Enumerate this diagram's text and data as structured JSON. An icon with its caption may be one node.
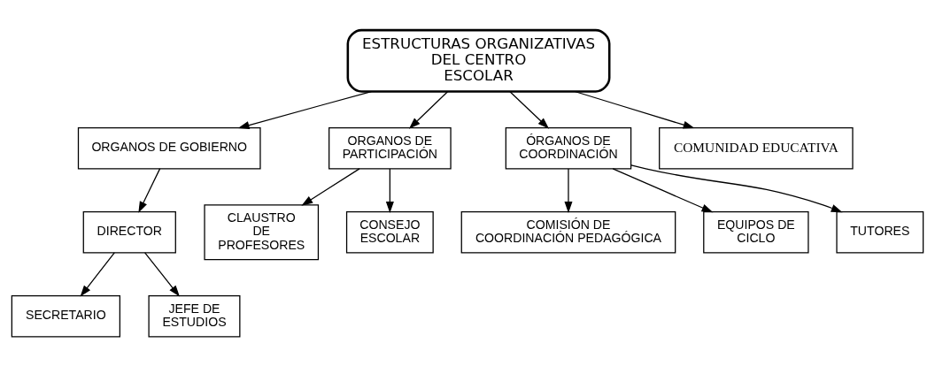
{
  "diagram": {
    "nodes": [
      {
        "text": [
          "ESTRUCTURAS ORGANIZATIVAS DEL CENTRO ESCOLAR"
        ]
      },
      {
        "text": [
          "ORGANOS DE GOBIERNO"
        ]
      },
      {
        "text": [
          "ORGANOS DE PARTICIPACIÓN"
        ]
      },
      {
        "text": [
          "ÓRGANOS DE COORDINACIÓN"
        ]
      },
      {
        "text": [
          "COMUNIDAD EDUCATIVA"
        ]
      },
      {
        "text": [
          "DIRECTOR"
        ]
      },
      {
        "text": [
          "CLAUSTRO DE PROFESORES"
        ]
      },
      {
        "text": [
          "CONSEJO ESCOLAR"
        ]
      },
      {
        "text": [
          "COMISIÓN DE COORDINACIÓN PEDAGÓGICA"
        ]
      },
      {
        "text": [
          "EQUIPOS DE CICLO"
        ]
      },
      {
        "text": [
          "TUTORES"
        ]
      },
      {
        "text": [
          "SECRETARIO"
        ]
      },
      {
        "text": [
          "JEFE DE ESTUDIOS"
        ]
      }
    ],
    "edges": [
      {
        "from": 0,
        "to": 1,
        "arrow": "to"
      },
      {
        "from": 0,
        "to": 2,
        "arrow": "to"
      },
      {
        "from": 0,
        "to": 3,
        "arrow": "to"
      },
      {
        "from": 0,
        "to": 4,
        "arrow": "to"
      },
      {
        "from": 1,
        "to": 5,
        "arrow": "to"
      },
      {
        "from": 2,
        "to": 6,
        "arrow": "to"
      },
      {
        "from": 2,
        "to": 7,
        "arrow": "to"
      },
      {
        "from": 3,
        "to": 8,
        "arrow": "to"
      },
      {
        "from": 3,
        "to": 9,
        "arrow": "to"
      },
      {
        "from": 3,
        "to": 10,
        "arrow": "to"
      },
      {
        "from": 5,
        "to": 11,
        "arrow": "to"
      },
      {
        "from": 5,
        "to": 12,
        "arrow": "to"
      }
    ]
  }
}
